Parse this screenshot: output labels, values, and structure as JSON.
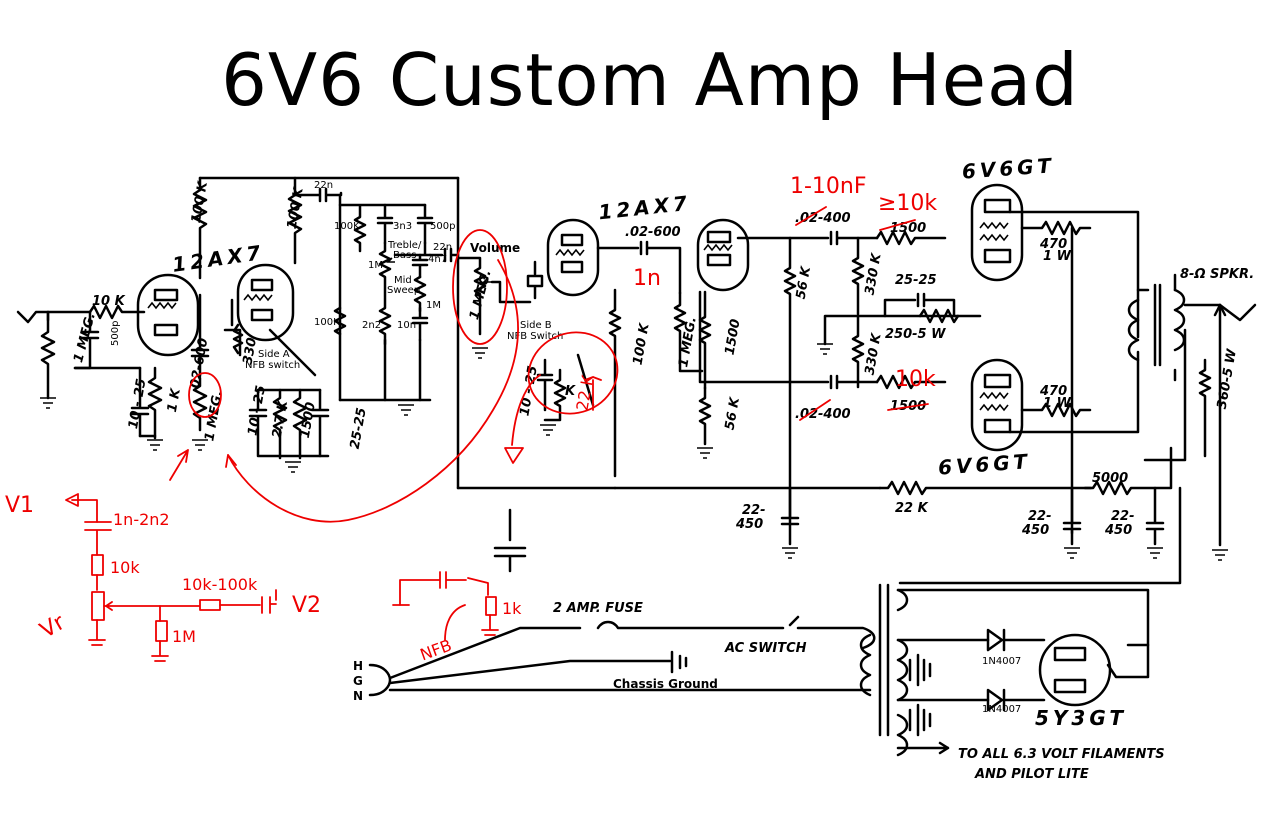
{
  "title": "6V6 Custom Amp Head",
  "tubes": {
    "preamp1": "12AX7",
    "preamp2": "12AX7",
    "power_top": "6V6GT",
    "power_bottom": "6V6GT",
    "rectifier": "5Y3GT"
  },
  "labels": {
    "volume": "Volume",
    "treble_bass": "Treble/\nBass",
    "mid_sweep": "Mid\nSweep",
    "side_a": "Side A\nNFB switch",
    "side_b": "Side B\nNFB Switch",
    "fuse": "2 AMP. FUSE",
    "ac_switch": "AC SWITCH",
    "chassis_ground": "Chassis Ground",
    "filaments": "TO ALL 6.3 VOLT FILAMENTS\nAND PILOT LITE",
    "speaker": "8-Ω SPKR.",
    "diode_top": "1N4007",
    "diode_bottom": "1N4007",
    "h": "H",
    "g": "G",
    "n": "N"
  },
  "components": {
    "in_10k": "10 K",
    "in_1meg": "1 MEG.",
    "c500p_in": "500p",
    "cath_10_25": "10 - 25",
    "cath_1k": "1 K",
    "plate_100k_a": "100 K",
    "plate_100k_b": "100 K",
    "c02_600": ".02-600",
    "meg_1": "1 MEG.",
    "r330": "330",
    "c22n_top": "22n",
    "r100k_tone": "100K",
    "c3n3": "3n3",
    "c500p_tone": "500p",
    "pot_1m_a": "1M",
    "c4n7": "4n7",
    "pot_1m_b": "1M",
    "r100k_tone2": "100K",
    "c2n2": "2n2",
    "c10n": "10n",
    "c22n_vol": "22n",
    "c10_25_b": "10 - 25",
    "r2_7k": "2.7 K",
    "r1500": "1500",
    "c25_25": "25-25",
    "vol_1meg": "1 MEG.",
    "c10_25_c": "10 - 25",
    "rk": "K",
    "r22k_red": "22 K",
    "pi_c02_600": ".02-600",
    "pi_100k": "100 K",
    "pi_1meg": "1 MEG.",
    "pi_1500": "1500",
    "pi_56k": "56 K",
    "c02_400_top": ".02-400",
    "c02_400_bot": ".02-400",
    "r1500_top": "1500",
    "r1500_bot": "1500",
    "r56k_ps": "56 K",
    "r330k_top": "330 K",
    "r330k_bot": "330 K",
    "c25_25_b": "25-25",
    "r250_5w": "250-5 W",
    "r470_1w_top": "470\n1 W",
    "r470_1w_bot": "470\n1 W",
    "c22_450_a": "22-\n450",
    "r22k_ps": "22 K",
    "r5000": "5000",
    "c22_450_b": "22-\n450",
    "c22_450_c": "22-\n450",
    "r360_5w": "360-5 W"
  },
  "annotations": {
    "v1": "V1",
    "v2": "V2",
    "vr": "Vr",
    "c1n_2n2": "1n-2n2",
    "r10k_a": "10k",
    "r10k_100k": "10k-100k",
    "r1m": "1M",
    "nfb": "NFB",
    "r1k": "1k",
    "c1n": "1n",
    "c1_10nf": "1-10nF",
    "ge10k": "≥10k",
    "r10k_b": "10k"
  }
}
